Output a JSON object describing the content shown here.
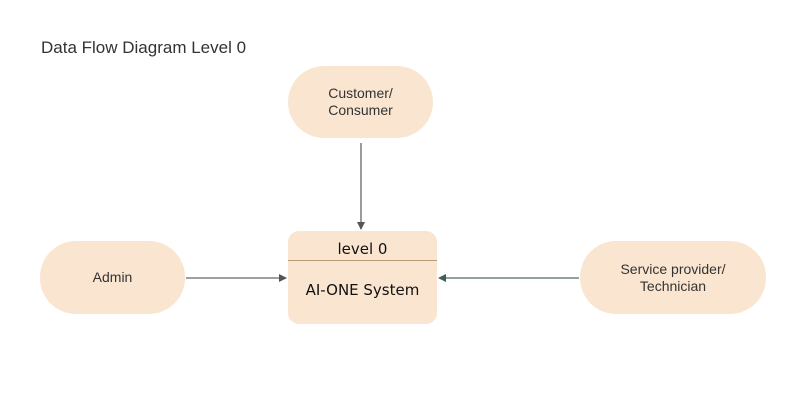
{
  "diagram": {
    "title": "Data Flow Diagram Level 0",
    "nodes": {
      "customer": "Customer/\nConsumer",
      "admin": "Admin",
      "provider": "Service provider/\nTechnician"
    },
    "process": {
      "level": "level 0",
      "name": "AI-ONE System"
    },
    "colors": {
      "node_fill": "#fae6d0",
      "arrow_gray": "#666666",
      "arrow_teal": "#4d6e66"
    }
  }
}
